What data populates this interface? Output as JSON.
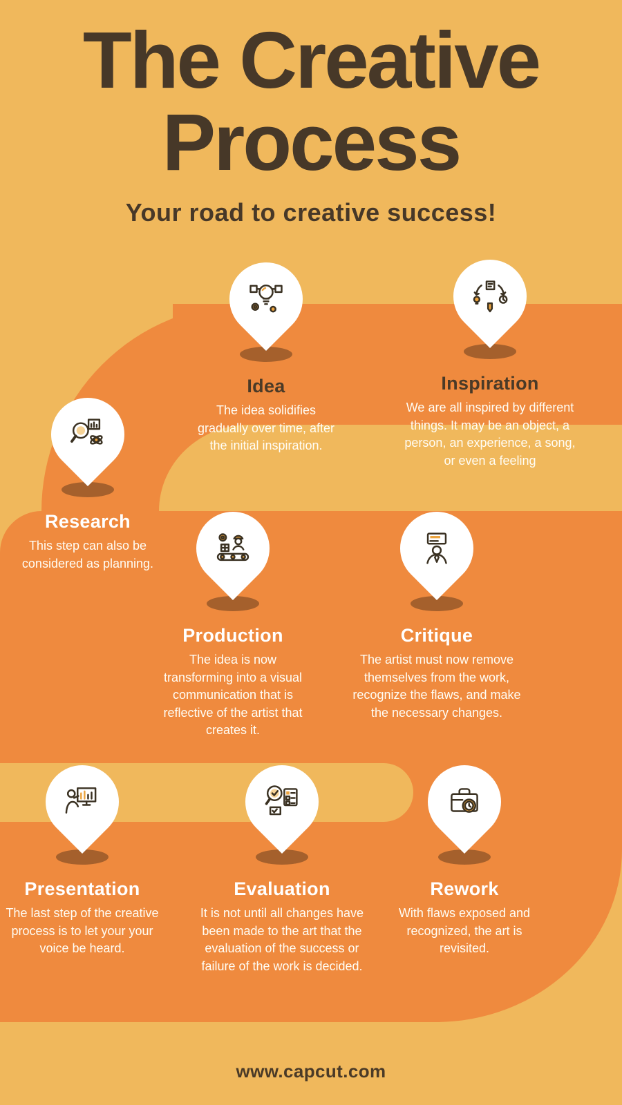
{
  "header": {
    "title_line1": "The Creative",
    "title_line2": "Process",
    "subtitle": "Your road to creative success!"
  },
  "colors": {
    "background": "#f0b85c",
    "road": "#ef8a3e",
    "title_text": "#473828",
    "light_text": "#ffffff",
    "pin_fill": "#ffffff",
    "pin_shadow": "#a5602c",
    "icon_stroke": "#3a3122",
    "icon_accent": "#eca43f"
  },
  "steps": [
    {
      "id": "idea",
      "icon": "idea-icon",
      "title": "Idea",
      "description": "The idea solidifies gradually over time, after the initial inspiration."
    },
    {
      "id": "inspiration",
      "icon": "inspiration-icon",
      "title": "Inspiration",
      "description": "We are all inspired by different things.  It may be an object, a person, an experience, a song, or even a feeling"
    },
    {
      "id": "research",
      "icon": "research-icon",
      "title": "Research",
      "description": "This step can also be considered as planning."
    },
    {
      "id": "production",
      "icon": "production-icon",
      "title": "Production",
      "description": "The idea is now transforming into a visual communication that is reflective of the artist that creates it."
    },
    {
      "id": "critique",
      "icon": "critique-icon",
      "title": "Critique",
      "description": "The artist must now remove themselves from the work, recognize the flaws, and make the necessary changes."
    },
    {
      "id": "presentation",
      "icon": "presentation-icon",
      "title": "Presentation",
      "description": "The last step of the creative process is to let your your voice be heard."
    },
    {
      "id": "evaluation",
      "icon": "evaluation-icon",
      "title": "Evaluation",
      "description": "It is not until all changes have been made to the art that the evaluation of the success or failure of the work is decided."
    },
    {
      "id": "rework",
      "icon": "rework-icon",
      "title": "Rework",
      "description": "With flaws exposed and recognized, the art is revisited."
    }
  ],
  "footer": {
    "url_text": "www.capcut.com"
  }
}
